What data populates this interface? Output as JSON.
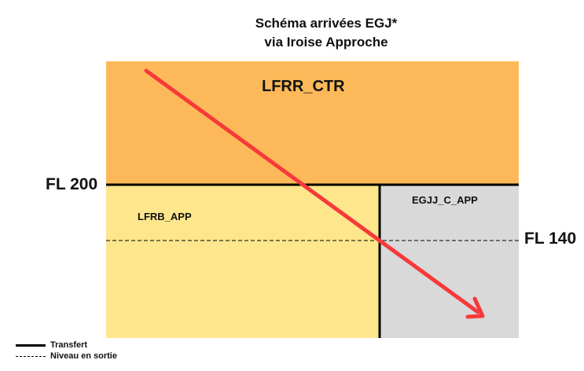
{
  "title": {
    "line1": "Schéma arrivées EGJ*",
    "line2": "via Iroise Approche"
  },
  "zones": {
    "ctr": "LFRR_CTR",
    "lfrb": "LFRB_APP",
    "egjj": "EGJJ_C_APP"
  },
  "levels": {
    "fl200": "FL 200",
    "fl140": "FL 140"
  },
  "legend": {
    "transfer": "Transfert",
    "exit_level": "Niveau en sortie"
  },
  "colors": {
    "ctr_fill": "#FDB959",
    "lfrb_fill": "#FDE68C",
    "egjj_fill": "#D9D9D9",
    "arrow": "#F7393A",
    "line": "#000000"
  },
  "icons": {
    "route": "red-arrow-icon"
  }
}
